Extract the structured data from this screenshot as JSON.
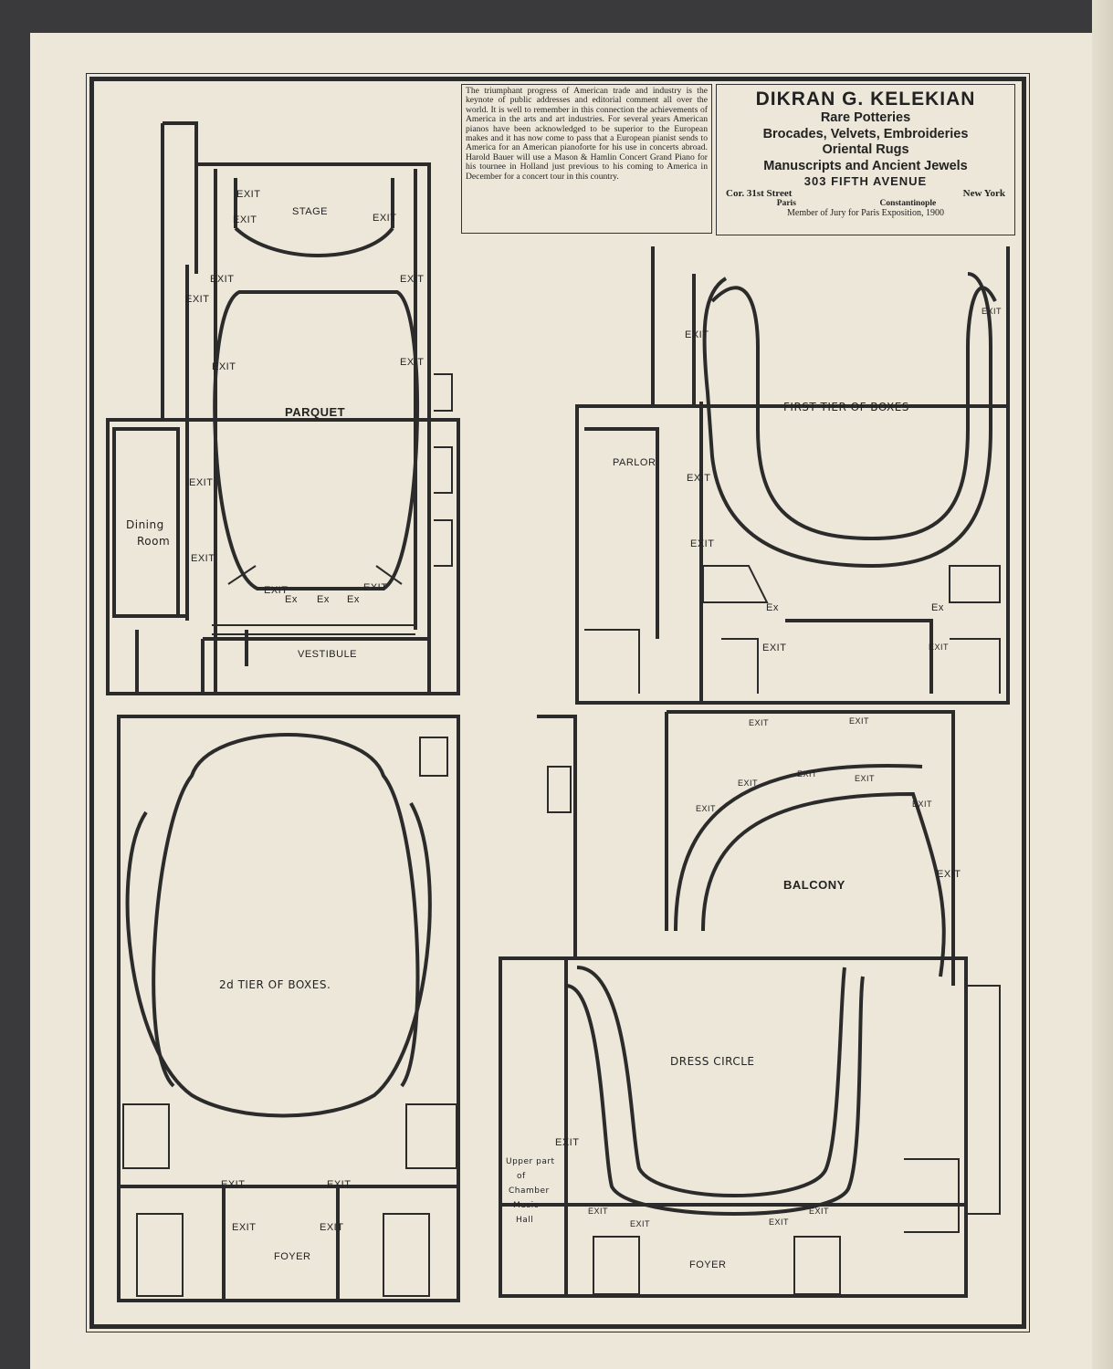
{
  "note": {
    "text": "The triumphant progress of American trade and industry is the keynote of public addresses and editorial comment all over the world. It is well to remember in this connection the achievements of America in the arts and art industries. For several years American pianos have been acknowledged to be superior to the European makes and it has now come to pass that a European pianist sends to America for an American pianoforte for his use in concerts abroad. Harold Bauer will use a Mason & Hamlin Concert Grand Piano for his tournee in Holland just previous to his coming to America in December for a concert tour in this country."
  },
  "ad": {
    "name": "DIKRAN G. KELEKIAN",
    "line1": "Rare Potteries",
    "line2": "Brocades, Velvets, Embroideries",
    "line3": "Oriental Rugs",
    "line4": "Manuscripts and Ancient Jewels",
    "address": "303 FIFTH AVENUE",
    "corner": "Cor. 31st Street",
    "city": "New York",
    "branch1": "Paris",
    "branch2": "Constantinople",
    "jury": "Member of Jury for Paris Exposition, 1900"
  },
  "plans": {
    "parquet": {
      "title": "PARQUET",
      "stage": "STAGE",
      "vestibule": "VESTIBULE",
      "dining": "Dining",
      "dining2": "Room",
      "exit": "EXIT",
      "ex": "Ex"
    },
    "first_tier": {
      "title": "FIRST TIER OF BOXES",
      "parlor": "PARLOR"
    },
    "second_tier": {
      "title": "2d TIER OF BOXES.",
      "foyer": "FOYER"
    },
    "balcony": {
      "title": "BALCONY",
      "dress_circle": "DRESS CIRCLE",
      "foyer": "FOYER",
      "upper1": "Upper part",
      "upper2": "of",
      "upper3": "Chamber",
      "upper4": "Music",
      "upper5": "Hall"
    }
  }
}
